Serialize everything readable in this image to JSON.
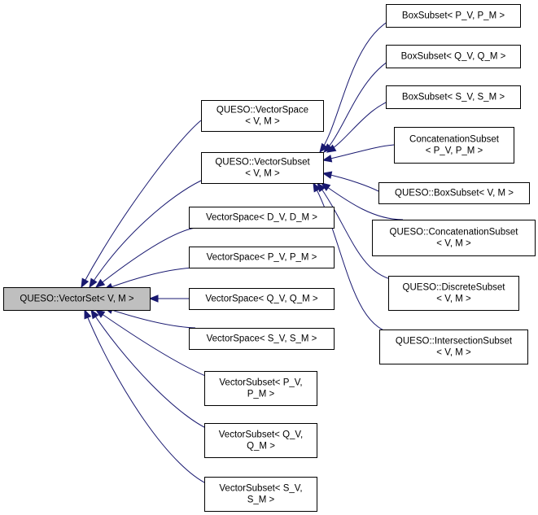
{
  "root": {
    "id": "vectorset",
    "lines": [
      "QUESO::VectorSet< V, M >"
    ]
  },
  "nodes": [
    {
      "id": "vectorspace",
      "lines": [
        "QUESO::VectorSpace",
        "< V, M >"
      ]
    },
    {
      "id": "vectorsubset",
      "lines": [
        "QUESO::VectorSubset",
        "< V, M >"
      ]
    },
    {
      "id": "vs_d",
      "lines": [
        "VectorSpace< D_V, D_M >"
      ]
    },
    {
      "id": "vs_p",
      "lines": [
        "VectorSpace< P_V, P_M >"
      ]
    },
    {
      "id": "vs_q",
      "lines": [
        "VectorSpace< Q_V, Q_M >"
      ]
    },
    {
      "id": "vs_s",
      "lines": [
        "VectorSpace< S_V, S_M >"
      ]
    },
    {
      "id": "vsub_p",
      "lines": [
        "VectorSubset< P_V,",
        "P_M >"
      ]
    },
    {
      "id": "vsub_q",
      "lines": [
        "VectorSubset< Q_V,",
        "Q_M >"
      ]
    },
    {
      "id": "vsub_s",
      "lines": [
        "VectorSubset< S_V,",
        "S_M >"
      ]
    },
    {
      "id": "box_p",
      "lines": [
        "BoxSubset< P_V, P_M >"
      ]
    },
    {
      "id": "box_q",
      "lines": [
        "BoxSubset< Q_V, Q_M >"
      ]
    },
    {
      "id": "box_s",
      "lines": [
        "BoxSubset< S_V, S_M >"
      ]
    },
    {
      "id": "concat_p",
      "lines": [
        "ConcatenationSubset",
        "< P_V, P_M >"
      ]
    },
    {
      "id": "boxsubset",
      "lines": [
        "QUESO::BoxSubset< V, M >"
      ]
    },
    {
      "id": "concatsubset",
      "lines": [
        "QUESO::ConcatenationSubset",
        "< V, M >"
      ]
    },
    {
      "id": "discretesubset",
      "lines": [
        "QUESO::DiscreteSubset",
        "< V, M >"
      ]
    },
    {
      "id": "intersectsubset",
      "lines": [
        "QUESO::IntersectionSubset",
        "< V, M >"
      ]
    }
  ],
  "edges": [
    {
      "from": "vectorspace",
      "to": "vectorset"
    },
    {
      "from": "vectorsubset",
      "to": "vectorset"
    },
    {
      "from": "vs_d",
      "to": "vectorset"
    },
    {
      "from": "vs_p",
      "to": "vectorset"
    },
    {
      "from": "vs_q",
      "to": "vectorset"
    },
    {
      "from": "vs_s",
      "to": "vectorset"
    },
    {
      "from": "vsub_p",
      "to": "vectorset"
    },
    {
      "from": "vsub_q",
      "to": "vectorset"
    },
    {
      "from": "vsub_s",
      "to": "vectorset"
    },
    {
      "from": "box_p",
      "to": "vectorsubset"
    },
    {
      "from": "box_q",
      "to": "vectorsubset"
    },
    {
      "from": "box_s",
      "to": "vectorsubset"
    },
    {
      "from": "concat_p",
      "to": "vectorsubset"
    },
    {
      "from": "boxsubset",
      "to": "vectorsubset"
    },
    {
      "from": "concatsubset",
      "to": "vectorsubset"
    },
    {
      "from": "discretesubset",
      "to": "vectorsubset"
    },
    {
      "from": "intersectsubset",
      "to": "vectorsubset"
    }
  ],
  "colors": {
    "edge": "#191970",
    "root_fill": "#bfbfbf",
    "node_fill": "#ffffff",
    "border": "#000000"
  }
}
